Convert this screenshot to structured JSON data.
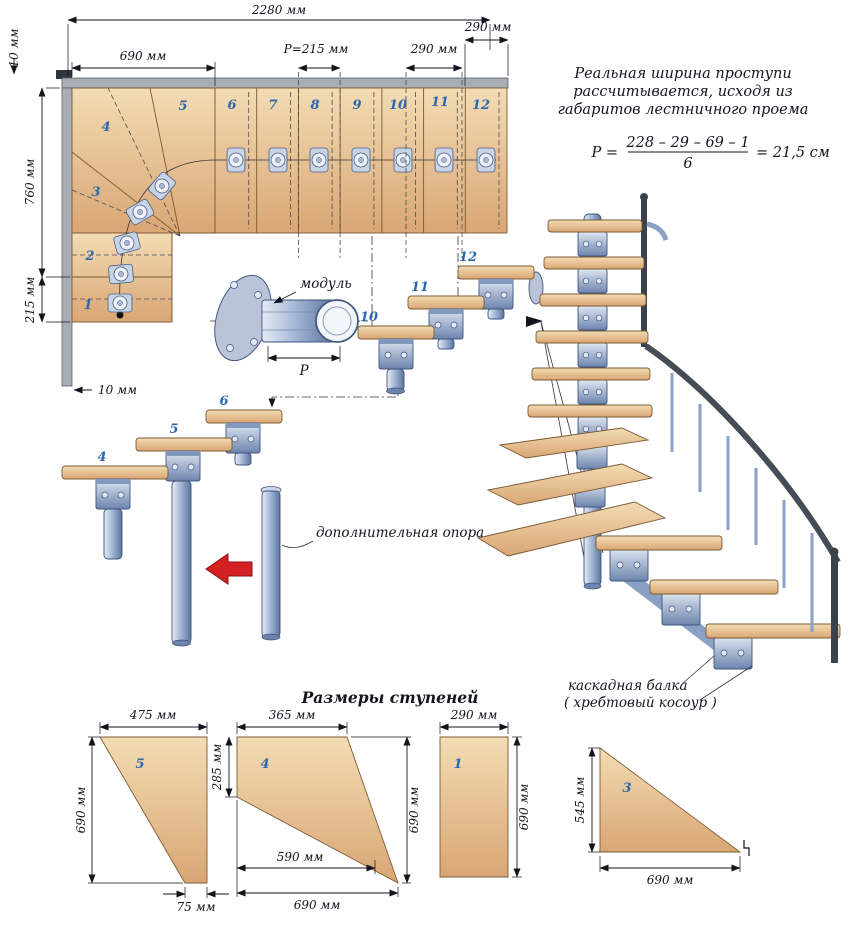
{
  "plan": {
    "dim_total": "2280 мм",
    "dim_290_right": "290 мм",
    "dim_690": "690 мм",
    "dim_p": "Р=215 мм",
    "dim_290": "290 мм",
    "dim_10_top": "10 мм",
    "dim_760": "760 мм",
    "dim_215": "215 мм",
    "dim_10_bottom": "10 мм",
    "steps": {
      "n1": "1",
      "n2": "2",
      "n3": "3",
      "n4": "4",
      "n5": "5",
      "n6": "6",
      "n7": "7",
      "n8": "8",
      "n9": "9",
      "n10": "10",
      "n11": "11",
      "n12": "12"
    }
  },
  "note": {
    "line1": "Реальная ширина проступи",
    "line2": "рассчитывается, исходя из",
    "line3": "габаритов лестничного проема",
    "f_lhs": "Р =",
    "f_num": "228 – 29 – 69 – 1",
    "f_den": "6",
    "f_rhs": "= 21,5 см"
  },
  "module": {
    "label": "модуль",
    "dim_p": "Р"
  },
  "detail_top": {
    "n10": "10",
    "n11": "11",
    "n12": "12"
  },
  "detail_left": {
    "n4": "4",
    "n5": "5",
    "n6": "6",
    "support": "дополнительная опора"
  },
  "stair3d": {
    "beam1": "каскадная балка",
    "beam2": "( хребтовый косоур )"
  },
  "sizes": {
    "title": "Размеры ступеней",
    "s5": {
      "num": "5",
      "top": "475 мм",
      "side": "690 мм",
      "bottom": "75 мм"
    },
    "s4": {
      "num": "4",
      "top": "365 мм",
      "left": "285 мм",
      "right": "690 мм",
      "inner": "590 мм",
      "bottom": "690 мм"
    },
    "s1": {
      "num": "1",
      "top": "290 мм",
      "side": "690 мм"
    },
    "s3": {
      "num": "3",
      "side": "545 мм",
      "bottom": "690 мм"
    }
  },
  "colors": {
    "wood": "#e8c49a",
    "steel": "#9fb2d2",
    "accent_blue": "#2a66b0",
    "arrow_red": "#d42020"
  }
}
